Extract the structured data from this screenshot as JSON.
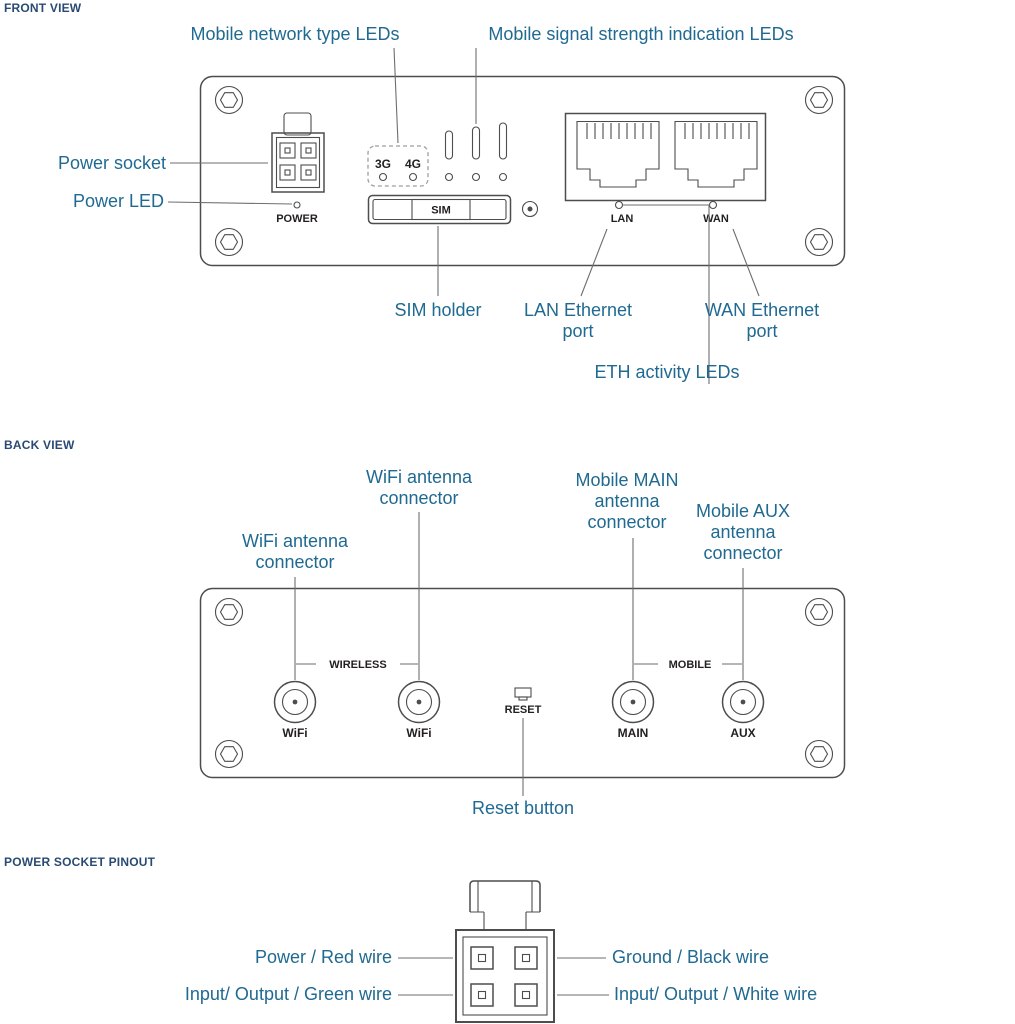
{
  "colors": {
    "label_blue": "#206a92",
    "header_navy": "#2a4a73",
    "drawing_gray": "#4d4d4f",
    "leader_gray": "#6d6e71"
  },
  "front": {
    "header": "FRONT VIEW",
    "callouts": {
      "network_type_leds": "Mobile network type LEDs",
      "signal_leds": "Mobile signal strength indication LEDs",
      "power_socket": "Power socket",
      "power_led": "Power LED",
      "sim_holder": "SIM holder",
      "lan_port": "LAN Ethernet port",
      "wan_port": "WAN Ethernet port",
      "eth_leds": "ETH activity LEDs"
    },
    "panel": {
      "power": "POWER",
      "threeg": "3G",
      "fourg": "4G",
      "sim": "SIM",
      "lan": "LAN",
      "wan": "WAN"
    }
  },
  "back": {
    "header": "BACK VIEW",
    "callouts": {
      "wifi_left": "WiFi antenna connector",
      "wifi_top": "WiFi antenna connector",
      "mobile_main": "Mobile MAIN antenna connector",
      "mobile_aux": "Mobile AUX antenna connector",
      "reset": "Reset button"
    },
    "panel": {
      "wireless": "WIRELESS",
      "mobile": "MOBILE",
      "reset": "RESET",
      "wifi_1": "WiFi",
      "wifi_2": "WiFi",
      "main": "MAIN",
      "aux": "AUX"
    }
  },
  "pinout": {
    "header": "POWER SOCKET PINOUT",
    "callouts": {
      "power_red": "Power / Red wire",
      "ground_black": "Ground / Black wire",
      "io_green": "Input/ Output / Green wire",
      "io_white": "Input/ Output / White wire"
    }
  }
}
